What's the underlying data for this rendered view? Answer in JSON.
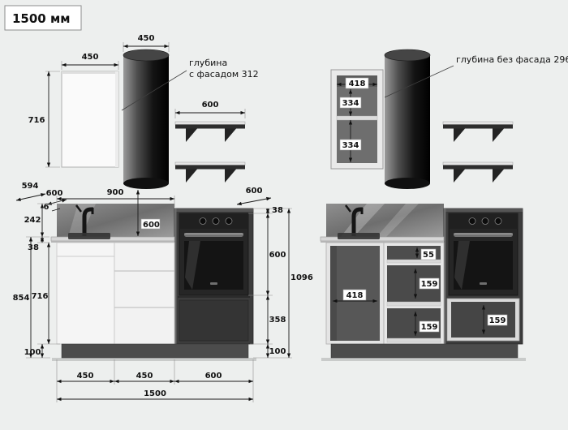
{
  "title": "1500 мм",
  "palette": {
    "background": "#edefee",
    "facade_white": "#f5f5f5",
    "dark_front": "#2b2b2b",
    "counter_gray": "#d7d7d7"
  },
  "left_view": {
    "upper": {
      "cabinet_width": "450",
      "cabinet_height": "716",
      "hood_width": "450",
      "shelf_width": "600",
      "note_line1": "глубина",
      "note_line2": "с фасадом 312"
    },
    "lower": {
      "depth_carcass": "594",
      "depth_top": "600",
      "overhang": "6",
      "span": "900",
      "tower_depth": "600",
      "hood_to_counter": "600",
      "backsplash_h": "242",
      "counter_th": "38",
      "front_h": "854",
      "carcass_h": "716",
      "plinth_h": "100",
      "tower_top_th": "38",
      "oven_h": "600",
      "under_oven_h": "358",
      "tower_plinth_h": "100",
      "tower_total_h": "1096",
      "sink_w": "450",
      "drawers_w": "450",
      "tower_w": "600",
      "total_w": "1500"
    }
  },
  "right_view": {
    "upper": {
      "note": "глубина без фасада 296",
      "interior_w": "418",
      "section_a": "334",
      "section_b": "334"
    },
    "lower": {
      "sink_interior_w": "418",
      "drawer_top": "55",
      "drawer_mid": "159",
      "drawer_bottom": "159",
      "under_oven_drawer": "159"
    }
  }
}
